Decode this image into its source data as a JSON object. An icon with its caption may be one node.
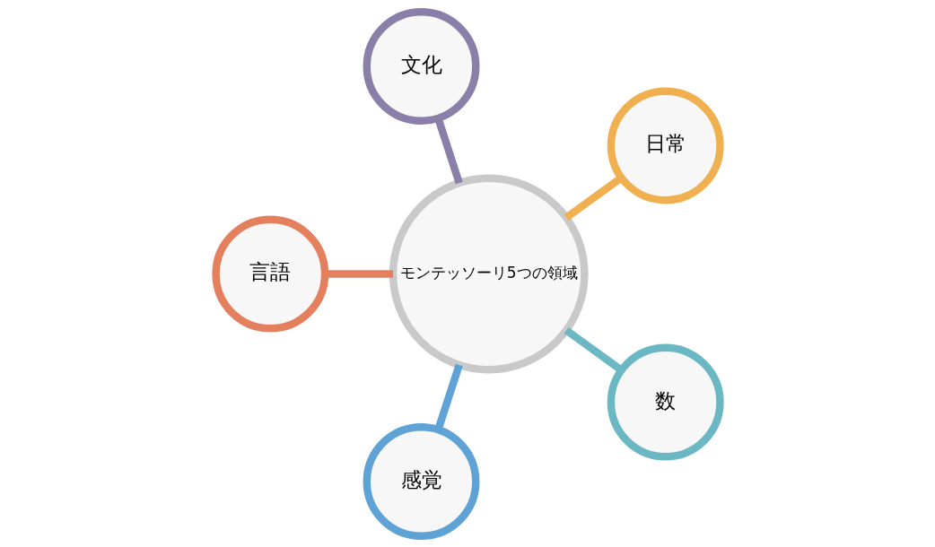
{
  "diagram": {
    "nodes": [
      {
        "text": [
          "日常"
        ]
      },
      {
        "text": [
          "文化"
        ]
      },
      {
        "text": [
          "言語"
        ]
      },
      {
        "text": [
          "モンテッソーリ5つの領域"
        ]
      },
      {
        "text": [
          "感覚"
        ]
      },
      {
        "text": [
          "数"
        ]
      }
    ],
    "edges": [
      {
        "from": 3,
        "to": 0,
        "arrow": "none",
        "color": "#f0b050"
      },
      {
        "from": 3,
        "to": 1,
        "arrow": "none",
        "color": "#8a7fa8"
      },
      {
        "from": 3,
        "to": 2,
        "arrow": "none",
        "color": "#e5805f"
      },
      {
        "from": 3,
        "to": 4,
        "arrow": "none",
        "color": "#5fa3d6"
      },
      {
        "from": 3,
        "to": 5,
        "arrow": "none",
        "color": "#6bb8c4"
      }
    ]
  }
}
